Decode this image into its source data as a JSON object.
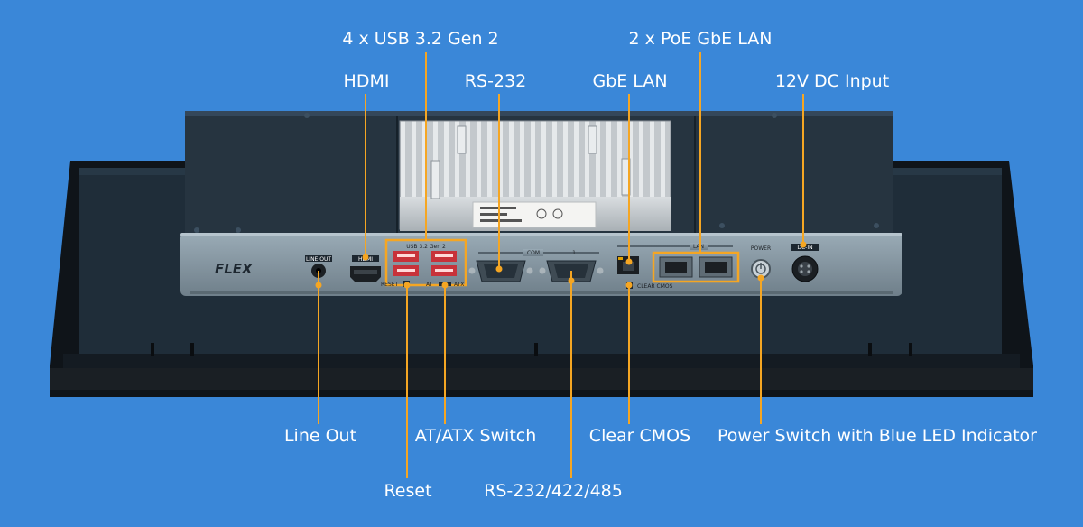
{
  "callouts": {
    "usb": "4 x USB 3.2 Gen 2",
    "poe": "2 x PoE GbE LAN",
    "hdmi": "HDMI",
    "rs232": "RS-232",
    "gbe": "GbE LAN",
    "dc": "12V DC Input",
    "line_out": "Line Out",
    "atatx": "AT/ATX Switch",
    "cmos": "Clear CMOS",
    "power": "Power Switch with Blue LED Indicator",
    "reset": "Reset",
    "rs232_422_485": "RS-232/422/485"
  },
  "panel_labels": {
    "brand": "FLEX",
    "line_out": "LINE OUT",
    "hdmi": "HDMI",
    "usb": "USB 3.2 Gen 2",
    "com": "COM",
    "com_num": "1",
    "lan": "LAN",
    "power": "POWER",
    "dc_in": "DC-IN",
    "reset": "RESET",
    "at": "AT",
    "atx": "ATX",
    "clear_cmos": "CLEAR CMOS"
  },
  "colors": {
    "background": "#3a87d8",
    "leader_line": "#f5a623",
    "label_text": "#ffffff",
    "chassis": "#1e2b36",
    "io_panel": "#8496a2"
  }
}
